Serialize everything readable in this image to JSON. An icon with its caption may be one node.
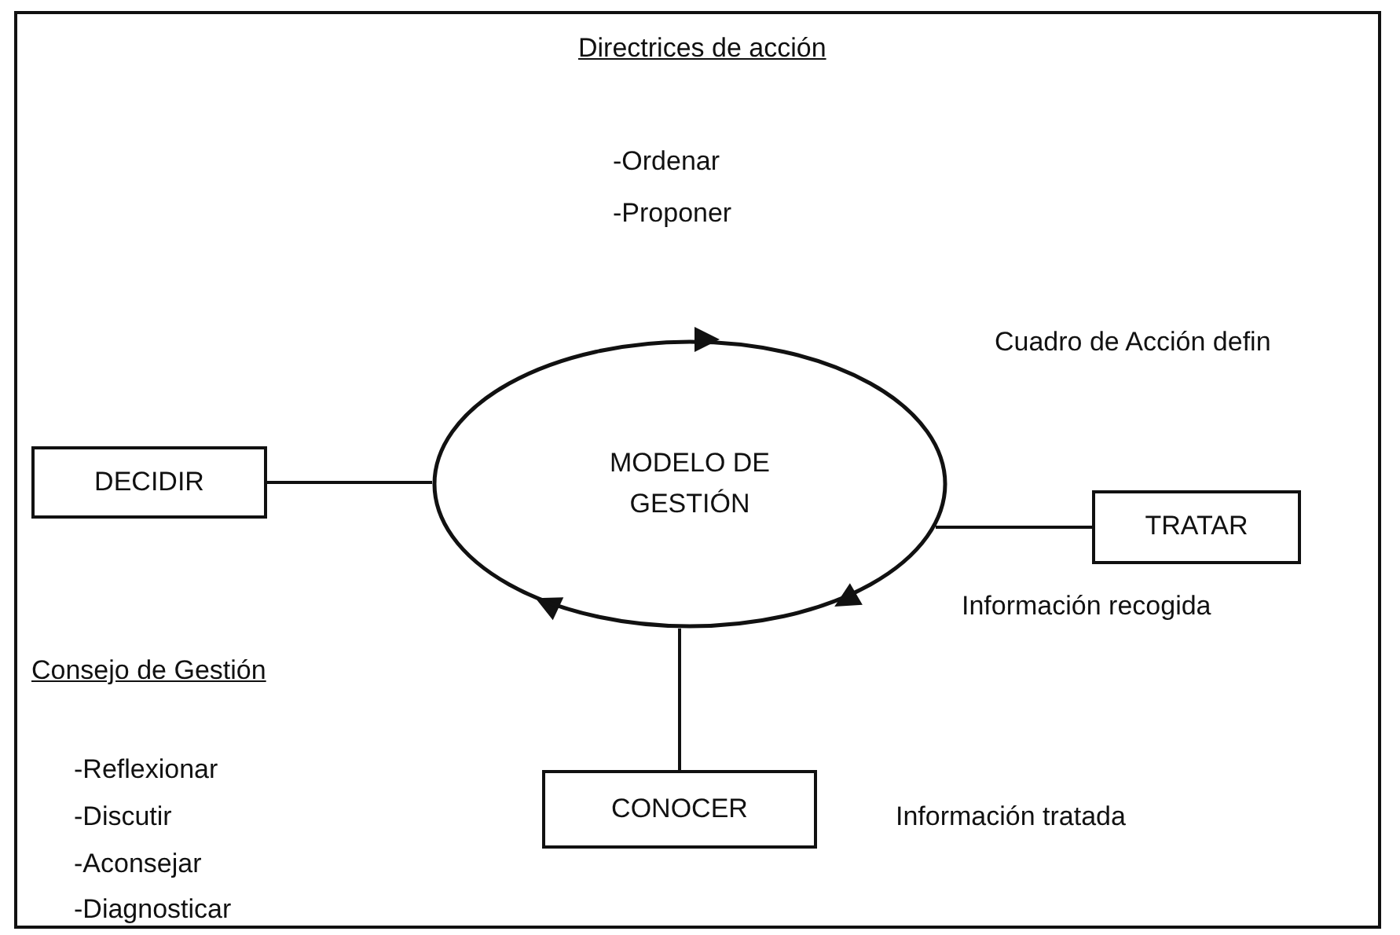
{
  "diagram": {
    "nodes": [
      {
        "text": [
          "MODELO DE GESTIÓN"
        ]
      },
      {
        "text": [
          "DECIDIR"
        ]
      },
      {
        "text": [
          "TRATAR"
        ]
      },
      {
        "text": [
          "CONOCER"
        ]
      }
    ],
    "edges": [
      {
        "from": 1,
        "to": 0,
        "arrow": "none"
      },
      {
        "from": 0,
        "to": 2,
        "arrow": "none"
      },
      {
        "from": 0,
        "to": 3,
        "arrow": "none"
      }
    ],
    "labels": [
      "Directrices de acción",
      "-Ordenar",
      "-Proponer",
      "Cuadro de Acción defin",
      "Información recogida",
      "Consejo de Gestión",
      "-Reflexionar",
      "-Discutir",
      "-Aconsejar",
      "-Diagnosticar",
      "Información tratada"
    ]
  }
}
